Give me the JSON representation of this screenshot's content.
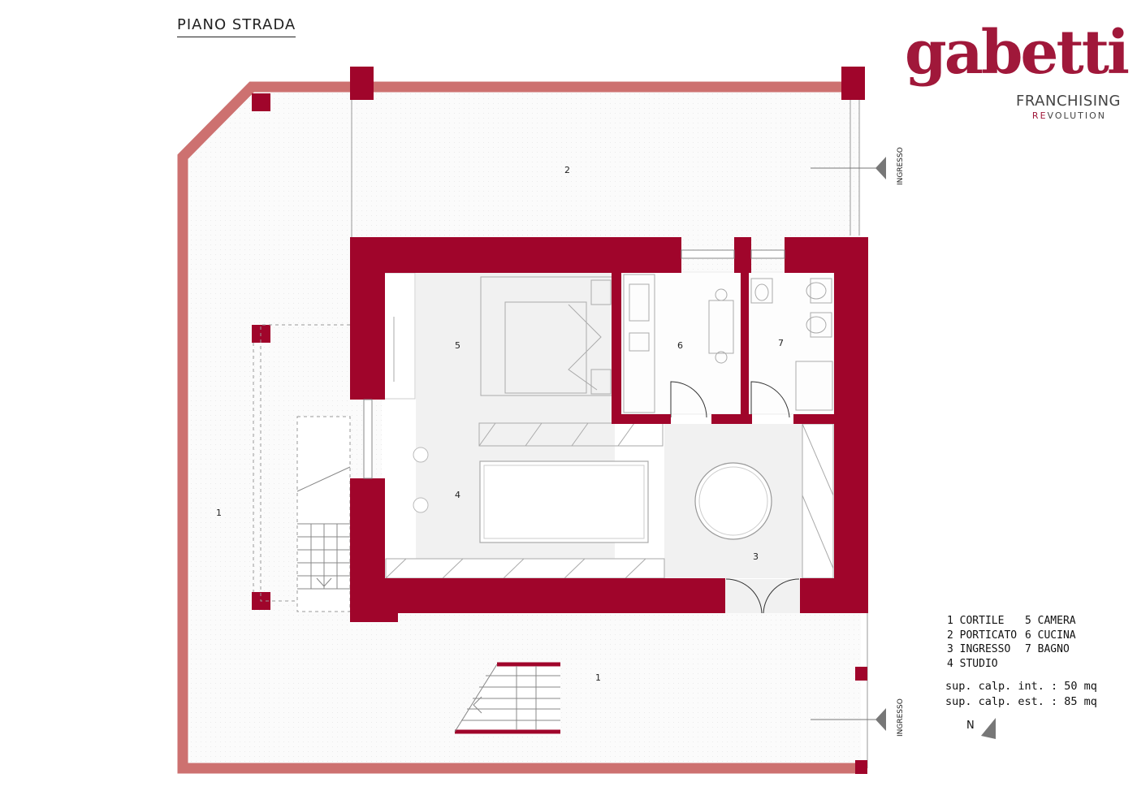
{
  "title": "PIANO STRADA",
  "logo": {
    "word": "gabetti",
    "line1": "FRANCHISING",
    "line2_accent": "RE",
    "line2_rest": "VOLUTION"
  },
  "room_labels": {
    "r1a": "1",
    "r1b": "1",
    "r2": "2",
    "r3": "3",
    "r4": "4",
    "r5": "5",
    "r6": "6",
    "r7": "7"
  },
  "entrance_label": "INGRESSO",
  "legend": {
    "col1": [
      "1 CORTILE",
      "2 PORTICATO",
      "3 INGRESSO",
      "4 STUDIO"
    ],
    "col2": [
      "5 CAMERA",
      "6 CUCINA",
      "7 BAGNO"
    ]
  },
  "areas": [
    "sup. calp. int. : 50 mq",
    "sup. calp. est. : 85 mq"
  ],
  "north_label": "N",
  "colors": {
    "wall": "#a0052b",
    "boundary": "#cd7170",
    "floor_light": "#f0f0f0",
    "courtyard": "#fafafa"
  }
}
